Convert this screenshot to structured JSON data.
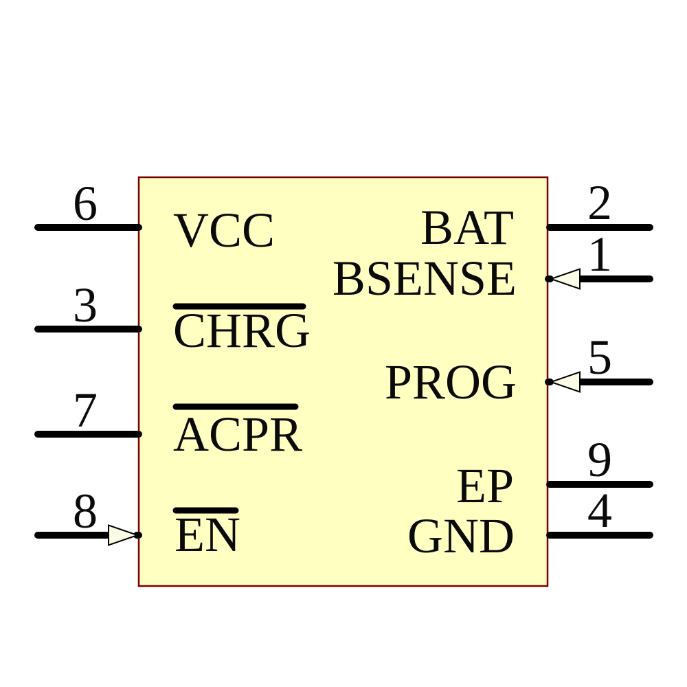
{
  "component": {
    "body_fill_color": "#FFFFC2",
    "body_border_color": "#7A0000",
    "pin_line_color": "#000000",
    "arrow_fill_color": "#FBFBE6",
    "text_color": "#0a0a0a"
  },
  "pins": {
    "left": [
      {
        "number": "6",
        "name": "VCC",
        "active_low_overline": false,
        "input_arrow": false
      },
      {
        "number": "3",
        "name": "CHRG",
        "active_low_overline": true,
        "input_arrow": false
      },
      {
        "number": "7",
        "name": "ACPR",
        "active_low_overline": true,
        "input_arrow": false
      },
      {
        "number": "8",
        "name": "EN",
        "active_low_overline": true,
        "input_arrow": true
      }
    ],
    "right": [
      {
        "number": "2",
        "name": "BAT",
        "active_low_overline": false,
        "input_arrow": false
      },
      {
        "number": "1",
        "name": "BSENSE",
        "active_low_overline": false,
        "input_arrow": true
      },
      {
        "number": "5",
        "name": "PROG",
        "active_low_overline": false,
        "input_arrow": true
      },
      {
        "number": "9",
        "name": "EP",
        "active_low_overline": false,
        "input_arrow": false
      },
      {
        "number": "4",
        "name": "GND",
        "active_low_overline": false,
        "input_arrow": false
      }
    ]
  }
}
